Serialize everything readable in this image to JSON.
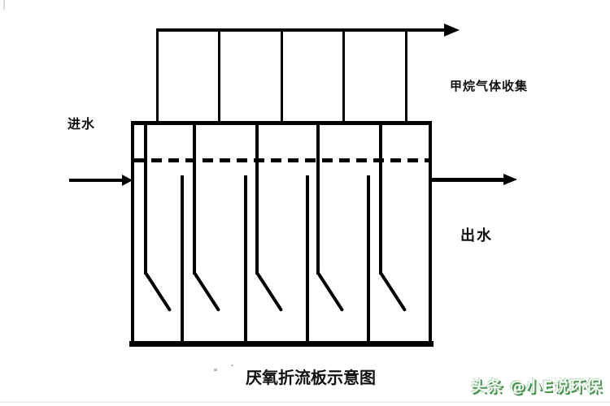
{
  "diagram": {
    "caption": "厌氧折流板示意图",
    "labels": {
      "inlet": "进水",
      "gas_collection": "甲烷气体收集",
      "outlet": "出水"
    },
    "components": {
      "gas_riser_pipes": 5,
      "hanging_baffles": 5,
      "bottom_partitions": 4,
      "water_level_line": "dashed",
      "flow_direction": "left-to-right"
    },
    "colors": {
      "line": "#000000",
      "background": "#ffffff",
      "watermark_green": "#4f9357"
    }
  },
  "watermark": {
    "text": "头条 @小E说环保"
  }
}
